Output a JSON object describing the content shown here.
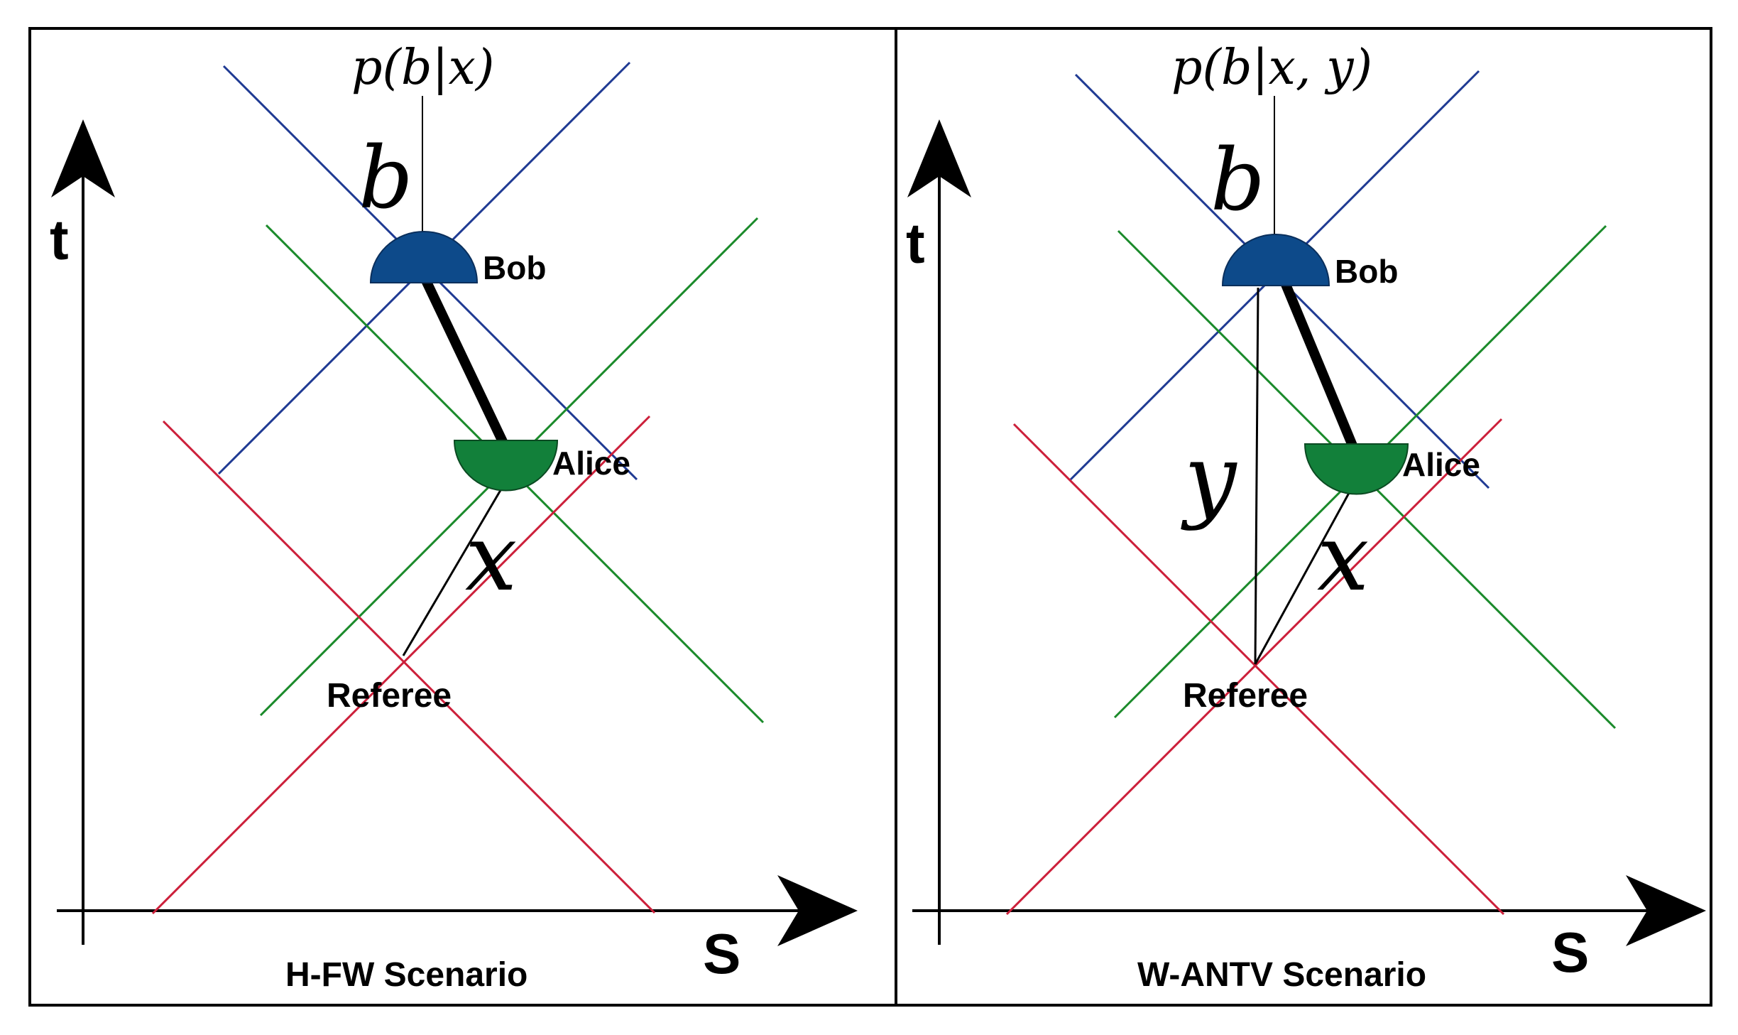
{
  "colors": {
    "blue_cone": "#1f3a93",
    "green_cone": "#1a8a2a",
    "red_cone": "#cc1f3a",
    "bob_detector": "#0d4a8a",
    "alice_detector": "#12803a",
    "frame": "#000000"
  },
  "panels": [
    {
      "id": "left",
      "scenario_label": "H-FW Scenario",
      "axis_t": "t",
      "axis_s": "S",
      "probability_label": "p(b|x)",
      "bob_output": "b",
      "bob_label": "Bob",
      "alice_label": "Alice",
      "referee_label": "Referee",
      "alice_input": "x"
    },
    {
      "id": "right",
      "scenario_label": "W-ANTV Scenario",
      "axis_t": "t",
      "axis_s": "S",
      "probability_label": "p(b|x, y)",
      "bob_output": "b",
      "bob_label": "Bob",
      "alice_label": "Alice",
      "referee_label": "Referee",
      "alice_input": "x",
      "bob_input": "y"
    }
  ]
}
